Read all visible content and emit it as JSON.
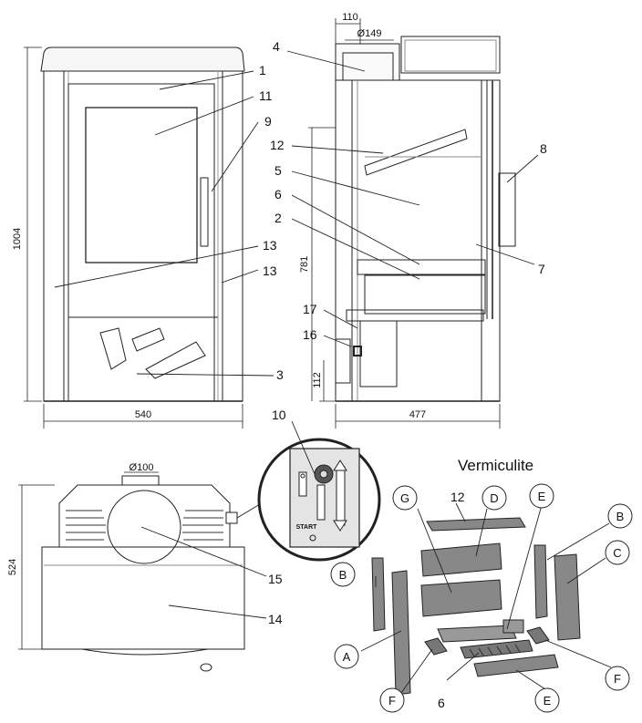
{
  "title": "Vermiculite",
  "front_view": {
    "dimensions": {
      "height": "1004",
      "width": "540"
    },
    "labels": [
      "1",
      "11",
      "9",
      "13",
      "13",
      "3"
    ]
  },
  "side_view": {
    "dimensions": {
      "top_offset": "110",
      "flue_diameter": "Ø149",
      "height_781": "781",
      "height_112": "112",
      "depth": "477"
    },
    "labels": [
      "4",
      "12",
      "8",
      "5",
      "6",
      "2",
      "7",
      "17",
      "16"
    ]
  },
  "top_view": {
    "dimensions": {
      "flue_diameter": "Ø100",
      "depth": "524"
    },
    "labels": [
      "15",
      "14"
    ]
  },
  "detail": {
    "label": "10",
    "text": "START"
  },
  "vermiculite": {
    "number_labels": [
      "12",
      "6"
    ],
    "letter_labels": [
      "G",
      "D",
      "E",
      "B",
      "B",
      "C",
      "A",
      "F",
      "E",
      "F"
    ]
  }
}
